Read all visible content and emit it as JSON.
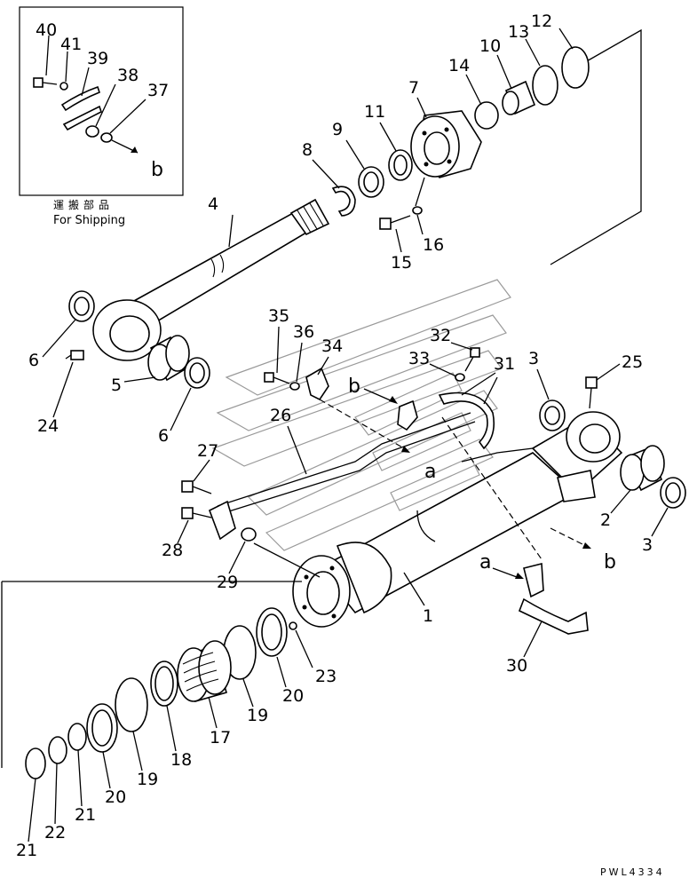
{
  "shipping_box": {
    "caption_jp": "運搬部品",
    "caption_en": "For Shipping"
  },
  "refs": {
    "a": "a",
    "b": "b"
  },
  "drawing_code": "PWL4334",
  "callouts": {
    "c40": "40",
    "c41": "41",
    "c39": "39",
    "c38": "38",
    "c37": "37",
    "c12": "12",
    "c13": "13",
    "c10": "10",
    "c14": "14",
    "c7": "7",
    "c11": "11",
    "c9": "9",
    "c8": "8",
    "c4": "4",
    "c16": "16",
    "c15": "15",
    "c6a": "6",
    "c24": "24",
    "c5": "5",
    "c6b": "6",
    "c35": "35",
    "c36": "36",
    "c34": "34",
    "c32": "32",
    "c33": "33",
    "c31": "31",
    "c3a": "3",
    "c25": "25",
    "c26": "26",
    "c27": "27",
    "c28": "28",
    "c29": "29",
    "c2": "2",
    "c3b": "3",
    "c1": "1",
    "c30": "30",
    "c23": "23",
    "c20a": "20",
    "c19a": "19",
    "c17": "17",
    "c18": "18",
    "c19b": "19",
    "c20b": "20",
    "c21a": "21",
    "c22": "22",
    "c21b": "21"
  }
}
